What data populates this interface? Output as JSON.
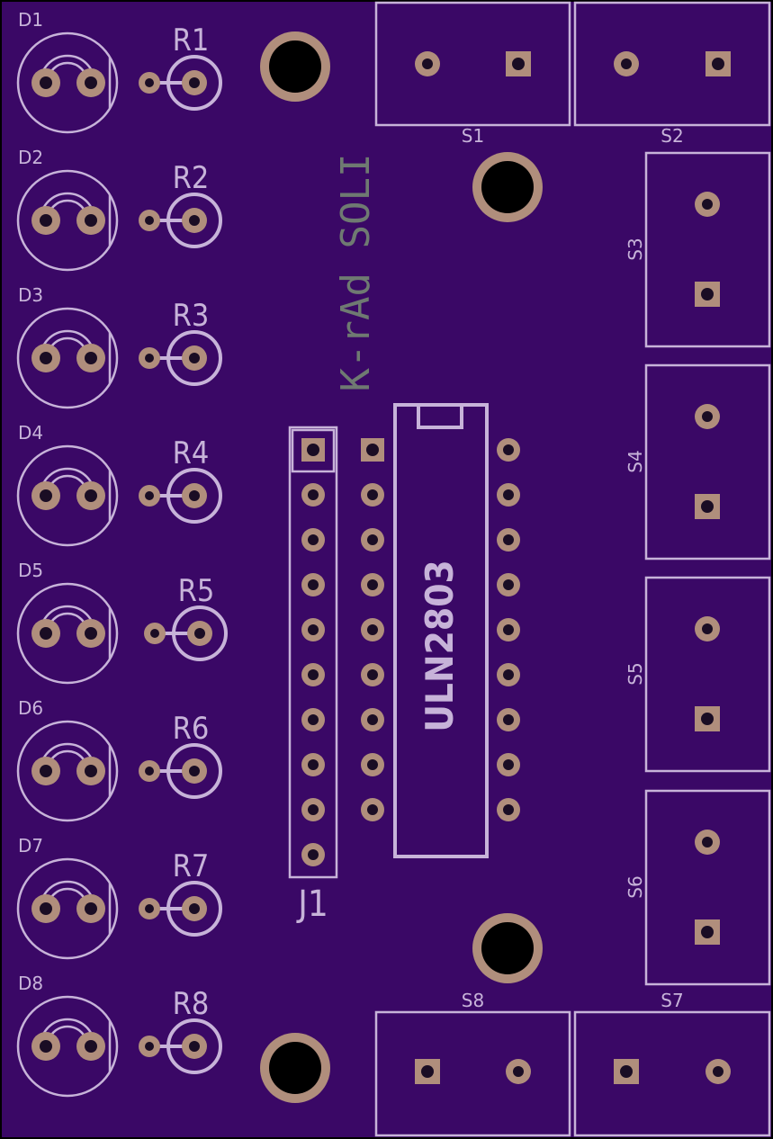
{
  "board": {
    "title": "K-rAd SOLI",
    "ic_label": "ULN2803",
    "header_label": "J1",
    "colors": {
      "substrate": "#3a0866",
      "silkscreen": "#c7b3d9",
      "copper": "#b08e7c",
      "title": "#6f7a72"
    }
  },
  "leds": [
    "D1",
    "D2",
    "D3",
    "D4",
    "D5",
    "D6",
    "D7",
    "D8"
  ],
  "resistors": [
    "R1",
    "R2",
    "R3",
    "R4",
    "R5",
    "R6",
    "R7",
    "R8"
  ],
  "connectors": {
    "top": [
      "S1",
      "S2"
    ],
    "right": [
      "S3",
      "S4",
      "S5",
      "S6"
    ],
    "bottom": [
      "S8",
      "S7"
    ]
  }
}
